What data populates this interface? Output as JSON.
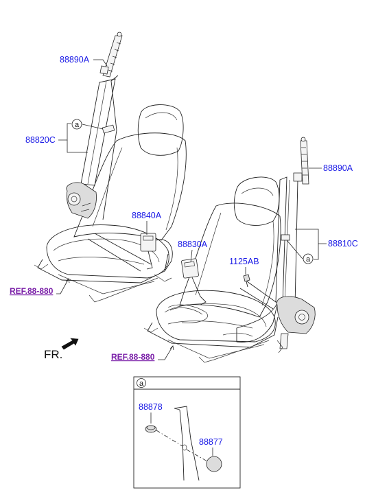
{
  "parts": {
    "p88890A_left": "88890A",
    "p88820C": "88820C",
    "p88840A": "88840A",
    "p88830A": "88830A",
    "p1125AB": "1125AB",
    "p88890A_right": "88890A",
    "p88810C": "88810C"
  },
  "refs": {
    "ref_left": "REF.88-880",
    "ref_center": "REF.88-880"
  },
  "direction": {
    "label": "FR."
  },
  "callouts": {
    "left_a": "a",
    "right_a": "a",
    "detail_a": "a"
  },
  "detail": {
    "p88878": "88878",
    "p88877": "88877"
  },
  "colors": {
    "part_number": "#1a1ae6",
    "reference": "#7a1fa8",
    "linework": "#222222"
  }
}
